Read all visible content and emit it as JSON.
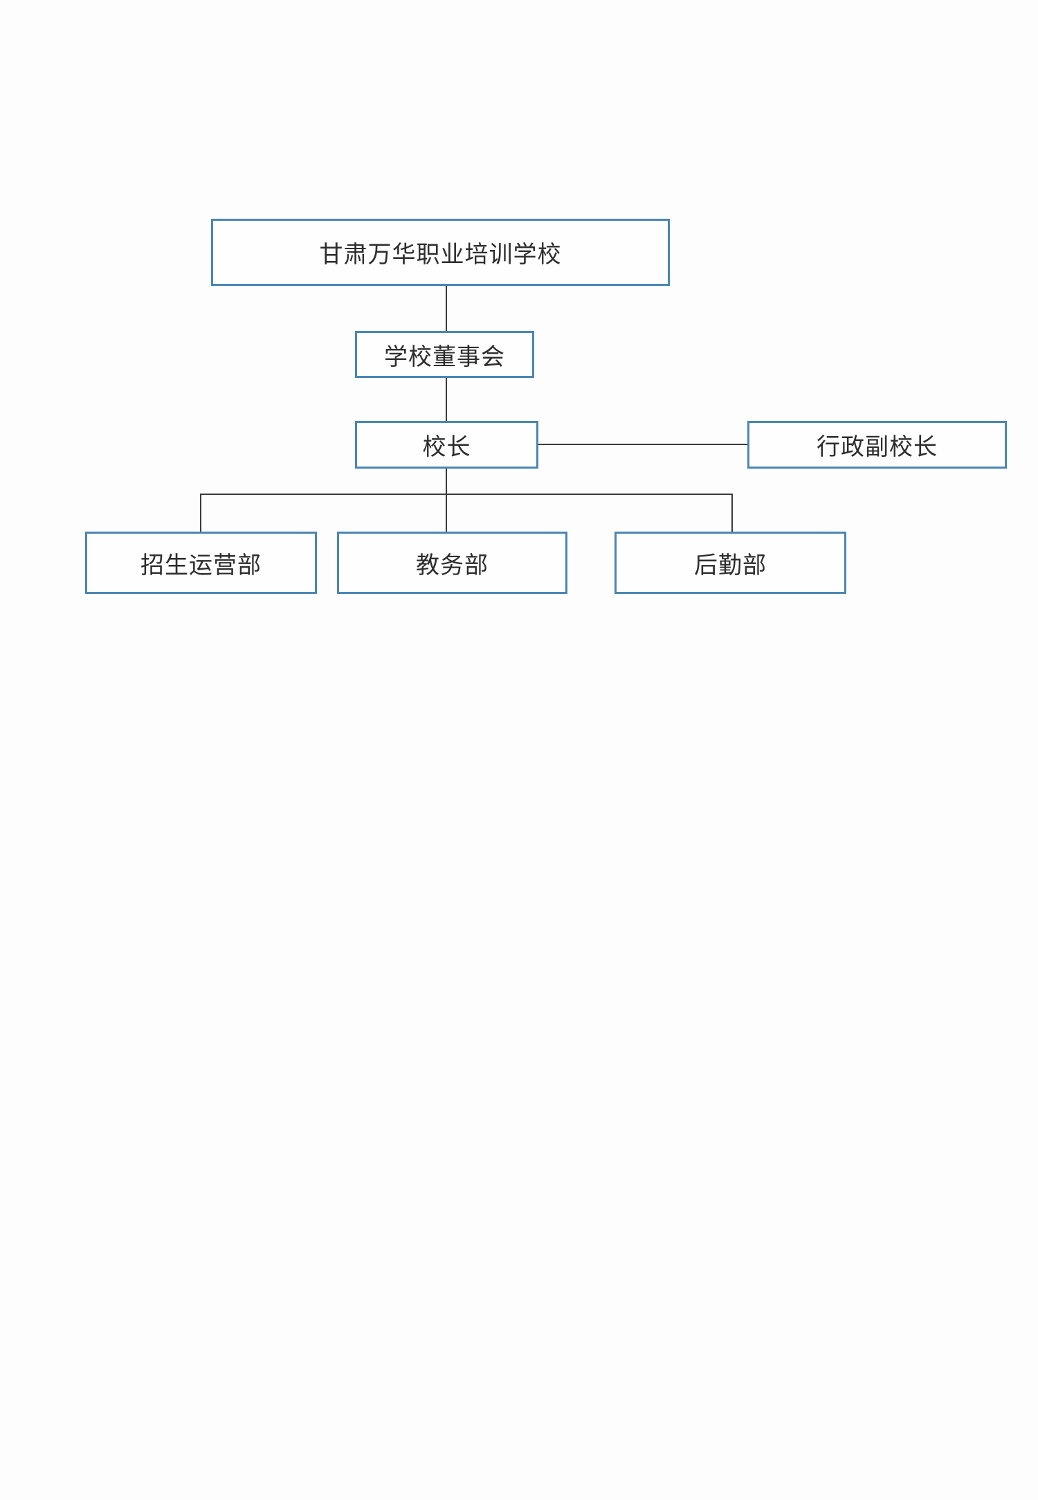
{
  "colors": {
    "box_border": "#4a86b4",
    "box_fill": "#fefefe",
    "connector_line": "#3b3b3b",
    "text": "#2d2d2d",
    "background": "#fdfdfd"
  },
  "org_chart": {
    "nodes": [
      {
        "id": "school",
        "label": "甘肃万华职业培训学校"
      },
      {
        "id": "board",
        "label": "学校董事会"
      },
      {
        "id": "principal",
        "label": "校长"
      },
      {
        "id": "vice-principal",
        "label": "行政副校长"
      },
      {
        "id": "admissions-operations",
        "label": "招生运营部"
      },
      {
        "id": "academic-affairs",
        "label": "教务部"
      },
      {
        "id": "logistics",
        "label": "后勤部"
      }
    ],
    "edges": [
      {
        "from": "school",
        "to": "board"
      },
      {
        "from": "board",
        "to": "principal"
      },
      {
        "from": "principal",
        "to": "vice-principal"
      },
      {
        "from": "principal",
        "to": "admissions-operations"
      },
      {
        "from": "principal",
        "to": "academic-affairs"
      },
      {
        "from": "principal",
        "to": "logistics"
      }
    ]
  }
}
